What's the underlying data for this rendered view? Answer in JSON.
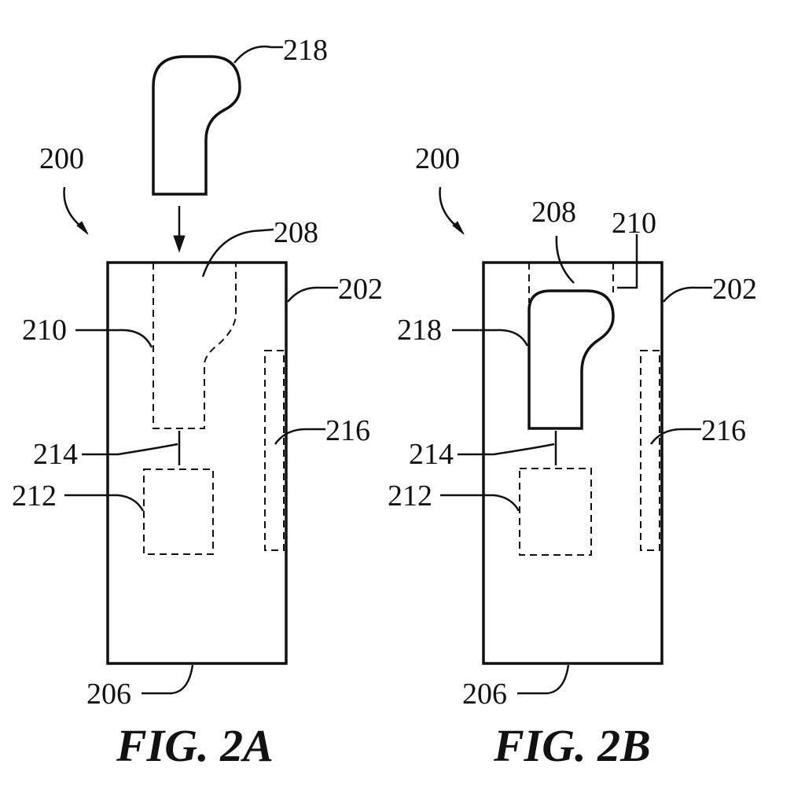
{
  "figures": [
    {
      "caption": "FIG. 2A",
      "labels": {
        "assembly": "200",
        "insert": "218",
        "cavity": "208",
        "housing": "202",
        "cavity_wall": "210",
        "connector": "214",
        "module": "212",
        "side_component": "216",
        "base": "206"
      }
    },
    {
      "caption": "FIG. 2B",
      "labels": {
        "assembly": "200",
        "cavity": "208",
        "cavity_wall": "210",
        "housing": "202",
        "insert": "218",
        "connector": "214",
        "module": "212",
        "side_component": "216",
        "base": "206"
      }
    }
  ]
}
